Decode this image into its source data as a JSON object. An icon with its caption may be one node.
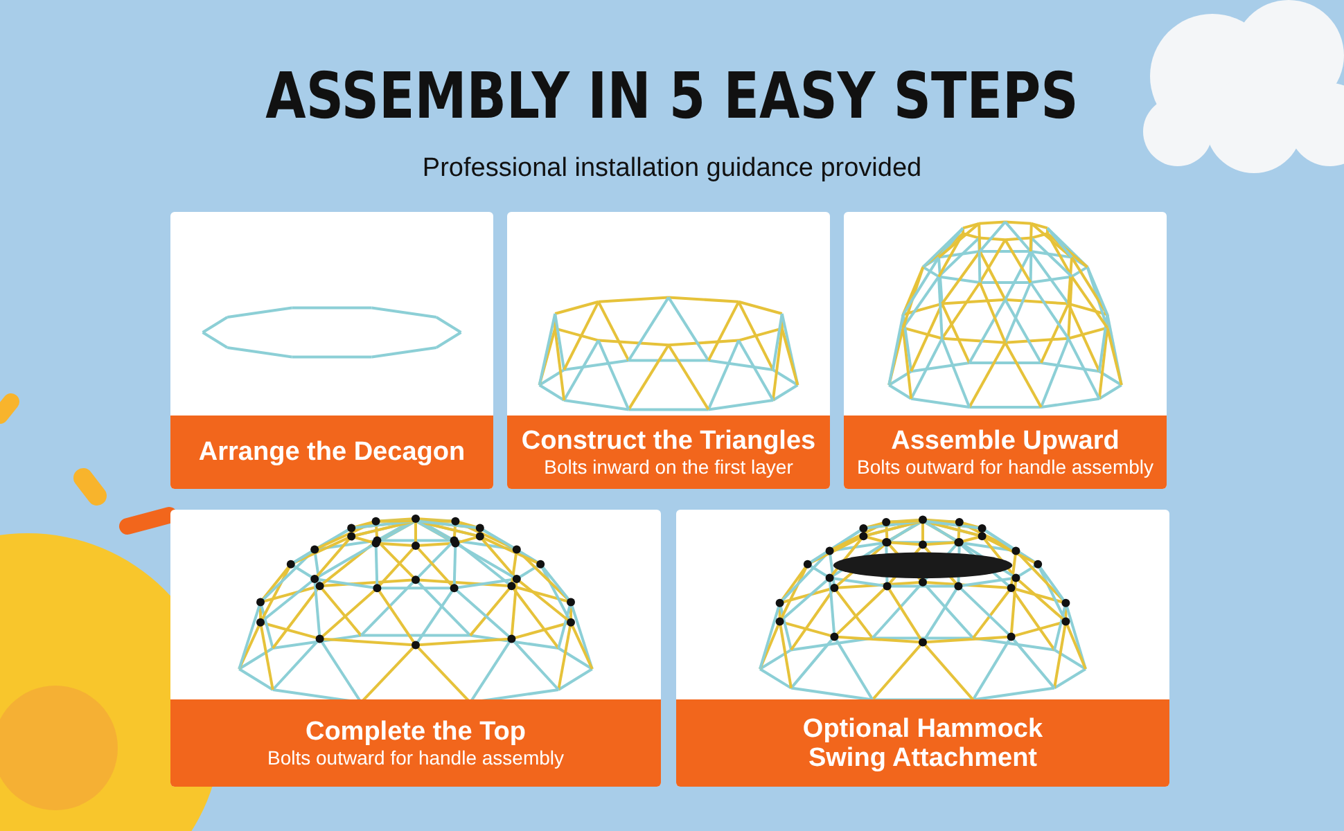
{
  "diagram": {
    "title": "ASSEMBLY IN 5 EASY STEPS",
    "nodes": [
      {
        "text": [
          "Arrange the Decagon"
        ]
      },
      {
        "text": [
          "Construct the Triangles",
          "Bolts inward on the first layer"
        ]
      },
      {
        "text": [
          "Assemble Upward",
          "Bolts outward for handle assembly"
        ]
      },
      {
        "text": [
          "Complete the Top",
          "Bolts outward for handle assembly"
        ]
      },
      {
        "text": [
          "Optional Hammock Swing Attachment"
        ]
      }
    ],
    "edges": [],
    "labels": [
      "Professional installation guidance provided"
    ]
  }
}
